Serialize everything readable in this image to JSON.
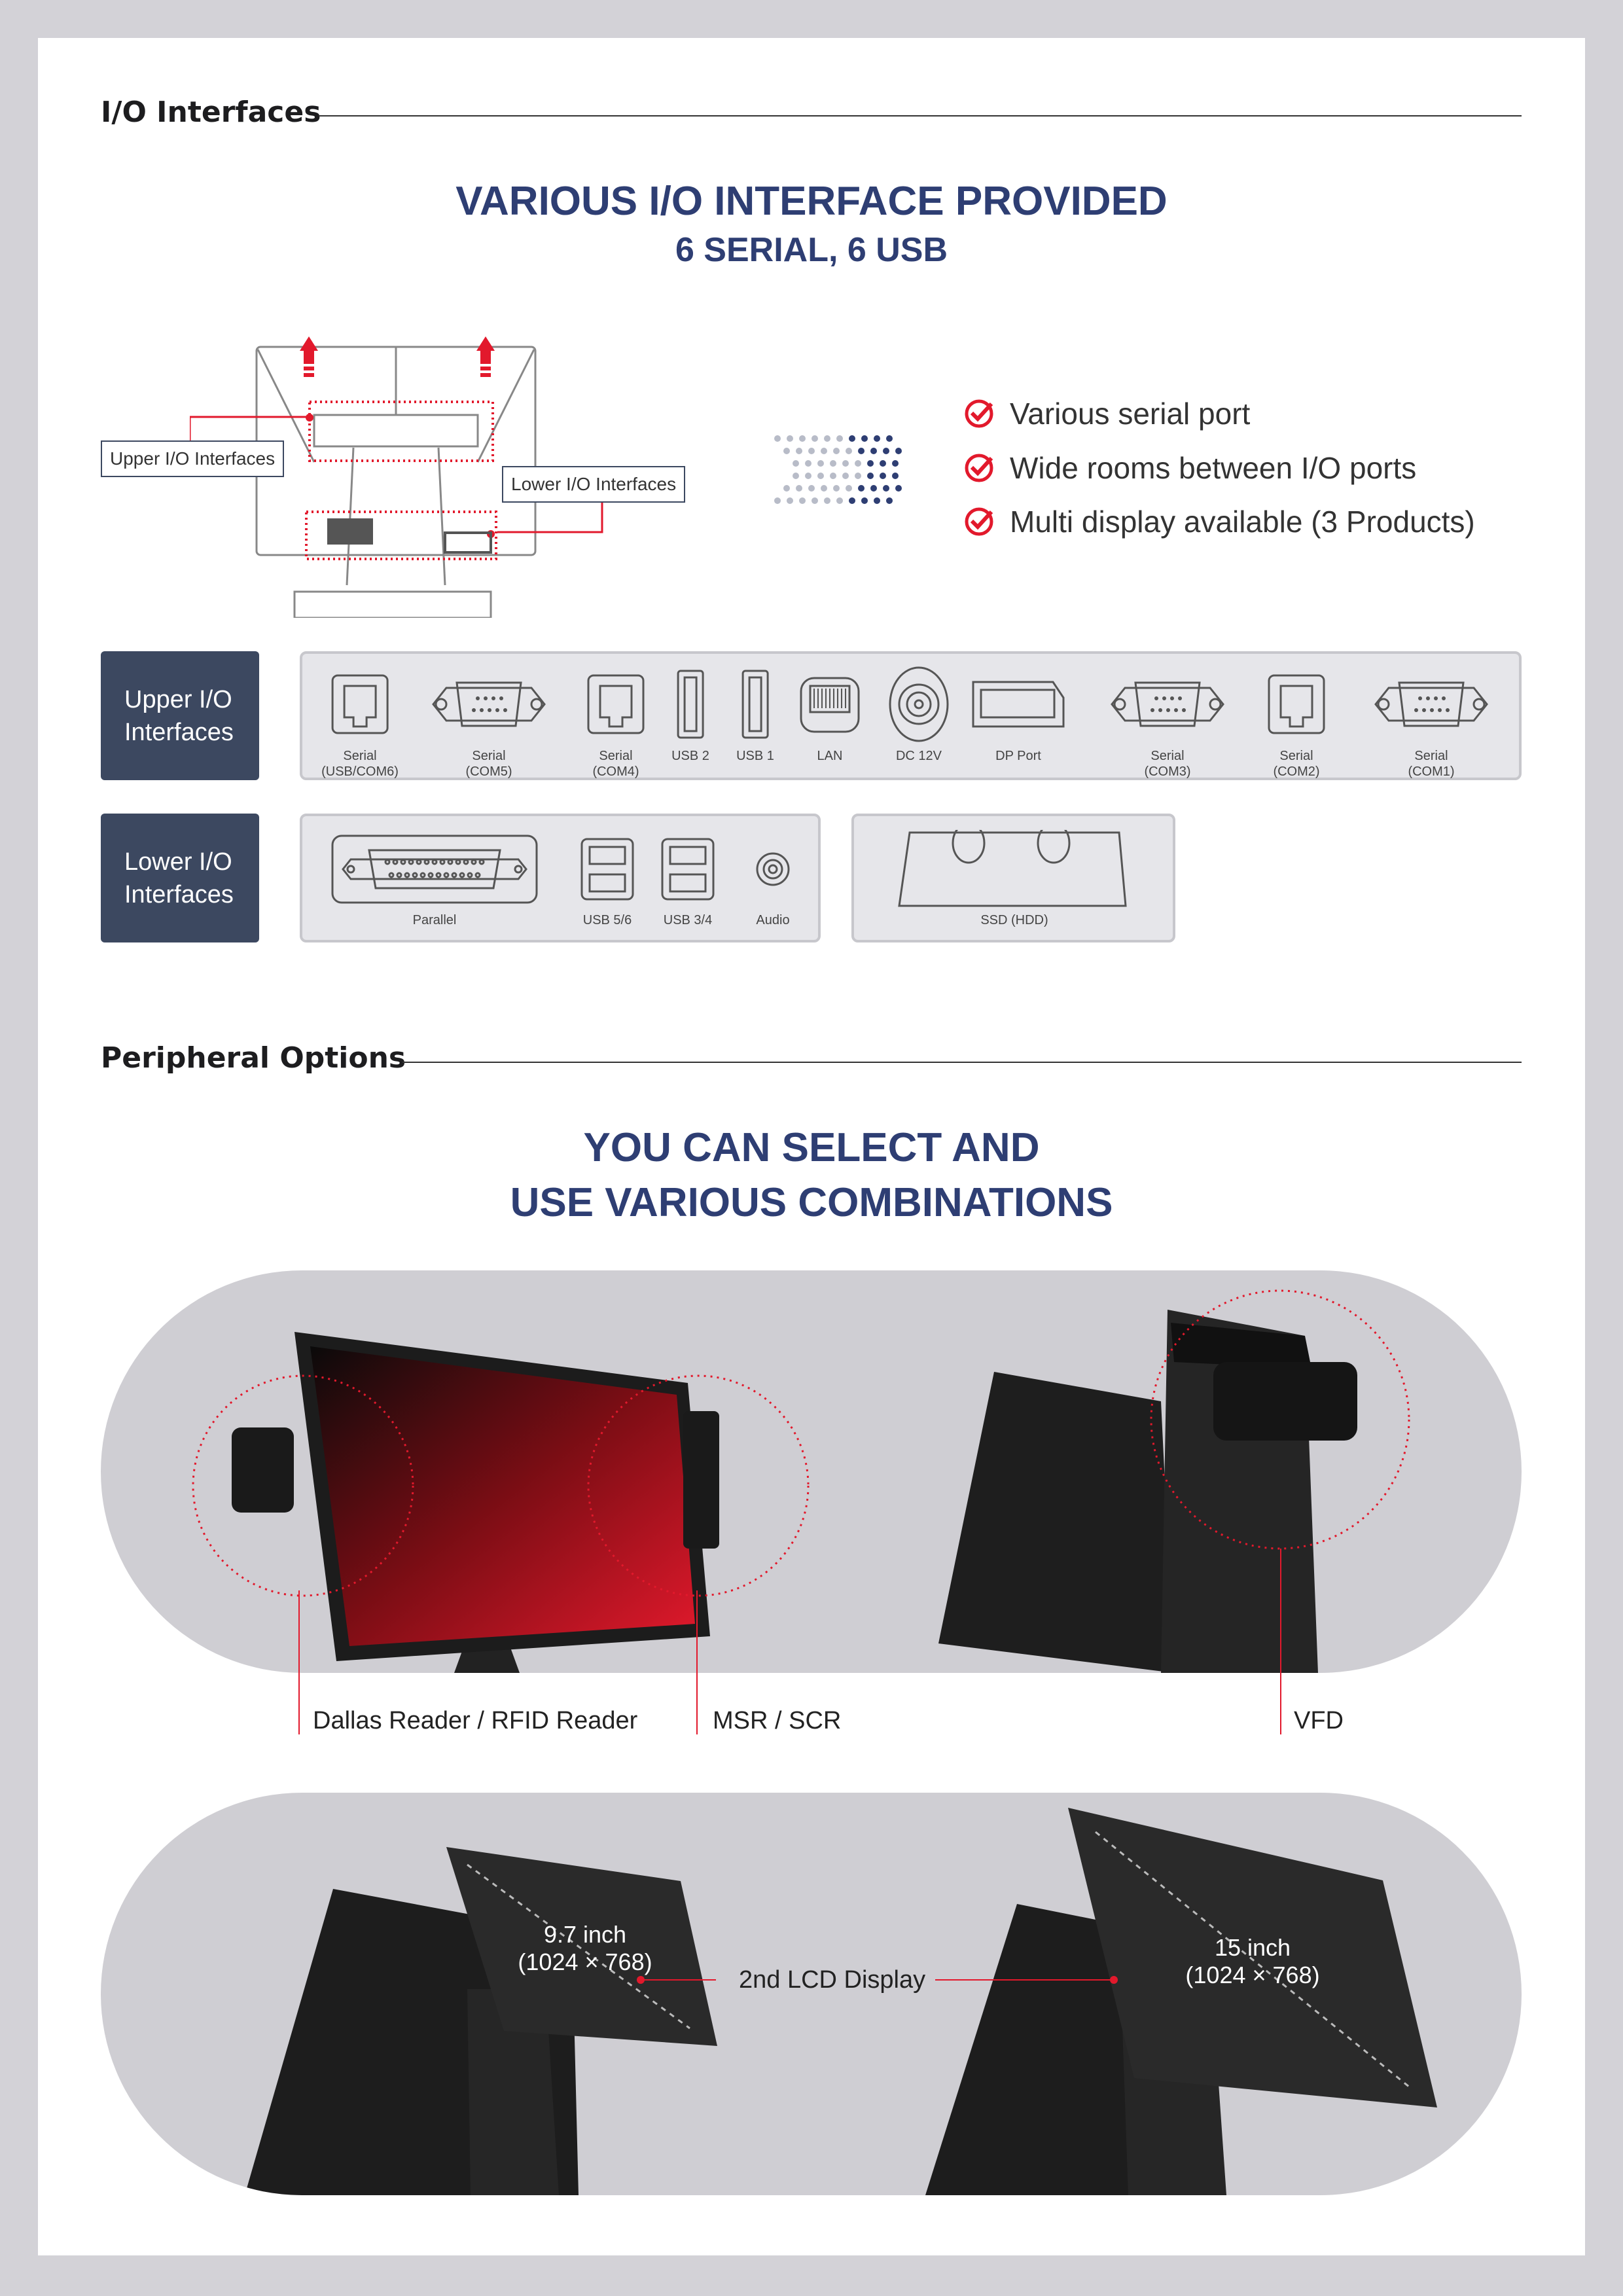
{
  "io_section": {
    "title": "I/O Interfaces",
    "headline": "VARIOUS I/O INTERFACE PROVIDED",
    "subheadline": "6 SERIAL, 6 USB",
    "diagram": {
      "upper_tag": "Upper I/O Interfaces",
      "lower_tag": "Lower I/O Interfaces"
    },
    "features": [
      "Various serial port",
      "Wide rooms between I/O ports",
      "Multi display available (3 Products)"
    ],
    "upper": {
      "label_line1": "Upper I/O",
      "label_line2": "Interfaces",
      "ports": [
        {
          "icon": "rj-serial",
          "l1": "Serial",
          "l2": "(USB/COM6)"
        },
        {
          "icon": "db9",
          "l1": "Serial",
          "l2": "(COM5)"
        },
        {
          "icon": "rj-serial",
          "l1": "Serial",
          "l2": "(COM4)"
        },
        {
          "icon": "usb",
          "l1": "USB 2",
          "l2": ""
        },
        {
          "icon": "usb",
          "l1": "USB 1",
          "l2": ""
        },
        {
          "icon": "lan",
          "l1": "LAN",
          "l2": ""
        },
        {
          "icon": "dc",
          "l1": "DC 12V",
          "l2": ""
        },
        {
          "icon": "dp",
          "l1": "DP Port",
          "l2": ""
        },
        {
          "icon": "db9",
          "l1": "Serial",
          "l2": "(COM3)"
        },
        {
          "icon": "rj-serial",
          "l1": "Serial",
          "l2": "(COM2)"
        },
        {
          "icon": "db9",
          "l1": "Serial",
          "l2": "(COM1)"
        }
      ]
    },
    "lower": {
      "label_line1": "Lower I/O",
      "label_line2": "Interfaces",
      "ports": [
        {
          "icon": "db25",
          "l1": "Parallel"
        },
        {
          "icon": "usb-dual",
          "l1": "USB 5/6"
        },
        {
          "icon": "usb-dual",
          "l1": "USB 3/4"
        },
        {
          "icon": "audio",
          "l1": "Audio"
        }
      ],
      "storage": {
        "icon": "ssd",
        "l1": "SSD (HDD)"
      }
    }
  },
  "peripheral_section": {
    "title": "Peripheral Options",
    "headline_line1": "YOU CAN SELECT AND",
    "headline_line2": "USE VARIOUS COMBINATIONS",
    "callouts": {
      "dallas": "Dallas Reader / RFID Reader",
      "msr": "MSR / SCR",
      "vfd": "VFD"
    },
    "second_display": {
      "label": "2nd LCD Display",
      "small": {
        "size": "9.7 inch",
        "res": "(1024 × 768)"
      },
      "large": {
        "size": "15 inch",
        "res": "(1024 × 768)"
      }
    }
  },
  "colors": {
    "navy": "#2e3e73",
    "red": "#e2192c",
    "label_bg": "#3c4860"
  }
}
